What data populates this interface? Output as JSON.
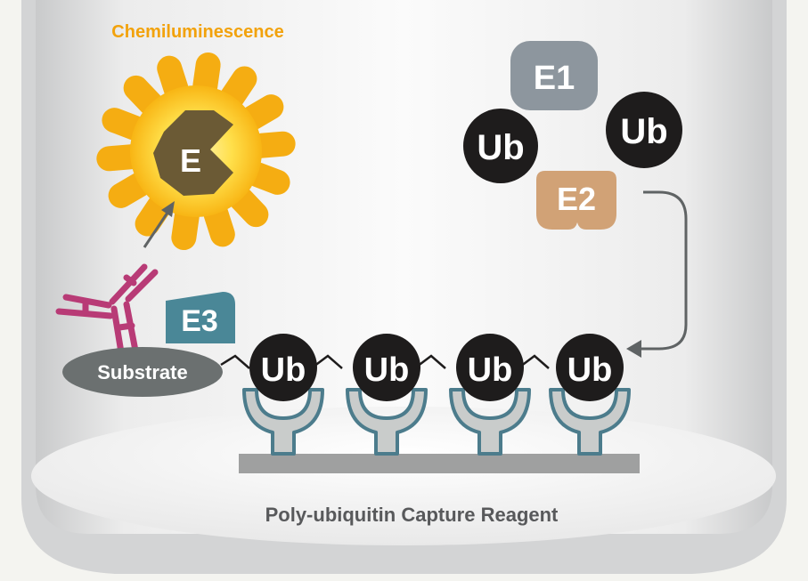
{
  "title": "Chemiluminescence",
  "caption": "Poly-ubiquitin Capture Reagent",
  "labels": {
    "enzyme": "E",
    "e1": "E1",
    "e2": "E2",
    "e3": "E3",
    "substrate": "Substrate",
    "ub": "Ub"
  },
  "colors": {
    "title": "#f2a20c",
    "sun_ray": "#f5ad12",
    "sun_core": "#ffd84a",
    "enzyme": "#6b5a35",
    "ub_circle": "#1e1c1c",
    "e1": "#8d969e",
    "e2": "#d1a276",
    "e3": "#4a8797",
    "substrate": "#6b7070",
    "antibody": "#b83b76",
    "capture_outline": "#4c7c8c",
    "capture_fill": "#c9cccb",
    "plate": "#9fa0a0",
    "caption": "#58595b",
    "arrow": "#5f6364"
  },
  "icons": {
    "enzyme": "enzyme-pacman-icon",
    "antibody": "antibody-y-icon",
    "capture": "capture-reagent-y-icon"
  }
}
